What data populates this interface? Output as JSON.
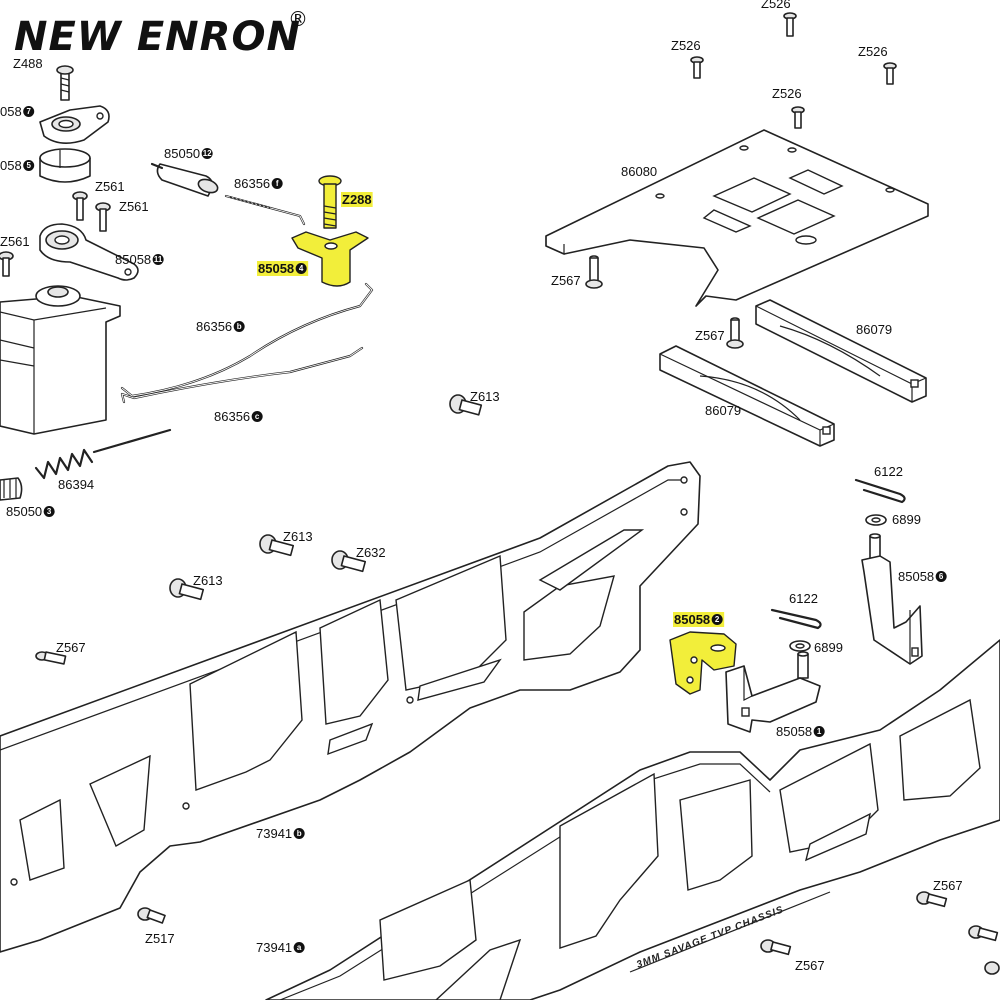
{
  "brand": {
    "name": "NEW ENRON",
    "registered": "®"
  },
  "chassis_text": "3MM SAVAGE TVP CHASSIS",
  "colors": {
    "highlight": "#f2ee3a",
    "line": "#222222",
    "label": "#111111"
  },
  "labels": [
    {
      "id": "z526-top",
      "text": "Z526",
      "badge": ""
    },
    {
      "id": "z526-a",
      "text": "Z526",
      "badge": ""
    },
    {
      "id": "z526-b",
      "text": "Z526",
      "badge": ""
    },
    {
      "id": "z526-c",
      "text": "Z526",
      "badge": ""
    },
    {
      "id": "z488",
      "text": "Z488",
      "badge": ""
    },
    {
      "id": "p85058-7",
      "text": "058",
      "badge": "7"
    },
    {
      "id": "p85058-5",
      "text": "058",
      "badge": "5"
    },
    {
      "id": "p85050-12",
      "text": "85050",
      "badge": "12"
    },
    {
      "id": "p86356-f",
      "text": "86356",
      "badge": "f"
    },
    {
      "id": "z288",
      "text": "Z288",
      "badge": "",
      "highlight": true
    },
    {
      "id": "z561-a",
      "text": "Z561",
      "badge": ""
    },
    {
      "id": "z561-b",
      "text": "Z561",
      "badge": ""
    },
    {
      "id": "z561-c",
      "text": "Z561",
      "badge": ""
    },
    {
      "id": "p85058-11",
      "text": "85058",
      "badge": "11"
    },
    {
      "id": "p85058-4",
      "text": "85058",
      "badge": "4",
      "highlight": true
    },
    {
      "id": "p86080",
      "text": "86080",
      "badge": ""
    },
    {
      "id": "z567-a",
      "text": "Z567",
      "badge": ""
    },
    {
      "id": "p86356-b",
      "text": "86356",
      "badge": "b"
    },
    {
      "id": "z567-b",
      "text": "Z567",
      "badge": ""
    },
    {
      "id": "p86079-a",
      "text": "86079",
      "badge": ""
    },
    {
      "id": "z613-a",
      "text": "Z613",
      "badge": ""
    },
    {
      "id": "p86356-c",
      "text": "86356",
      "badge": "c"
    },
    {
      "id": "p86079-b",
      "text": "86079",
      "badge": ""
    },
    {
      "id": "p86394",
      "text": "86394",
      "badge": ""
    },
    {
      "id": "p6122-a",
      "text": "6122",
      "badge": ""
    },
    {
      "id": "p85050-3",
      "text": "85050",
      "badge": "3"
    },
    {
      "id": "p6899-a",
      "text": "6899",
      "badge": ""
    },
    {
      "id": "z613-b",
      "text": "Z613",
      "badge": ""
    },
    {
      "id": "z632",
      "text": "Z632",
      "badge": ""
    },
    {
      "id": "p85058-6",
      "text": "85058",
      "badge": "6"
    },
    {
      "id": "z613-c",
      "text": "Z613",
      "badge": ""
    },
    {
      "id": "p6122-b",
      "text": "6122",
      "badge": ""
    },
    {
      "id": "p85058-2",
      "text": "85058",
      "badge": "2",
      "highlight": true
    },
    {
      "id": "z567-c",
      "text": "Z567",
      "badge": ""
    },
    {
      "id": "p6899-b",
      "text": "6899",
      "badge": ""
    },
    {
      "id": "p85058-1",
      "text": "85058",
      "badge": "1"
    },
    {
      "id": "p73941-b",
      "text": "73941",
      "badge": "b"
    },
    {
      "id": "z567-d",
      "text": "Z567",
      "badge": ""
    },
    {
      "id": "z517",
      "text": "Z517",
      "badge": ""
    },
    {
      "id": "p73941-a",
      "text": "73941",
      "badge": "a"
    },
    {
      "id": "z567-e",
      "text": "Z567",
      "badge": ""
    }
  ]
}
